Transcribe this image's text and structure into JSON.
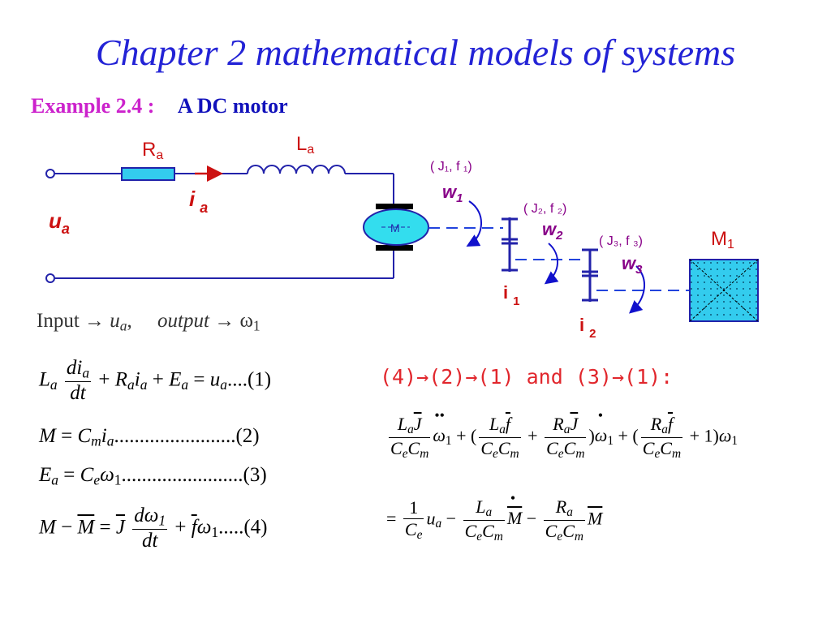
{
  "title": "Chapter 2  mathematical models of systems",
  "example": {
    "label": "Example 2.4 :",
    "title": "A  DC  motor"
  },
  "circuit": {
    "ra_main": "R",
    "ra_sub": "a",
    "la_main": "L",
    "la_sub": "a",
    "ia_main": "i",
    "ia_sub": "a",
    "ua_main": "u",
    "ua_sub": "a",
    "motor": "M",
    "m1_main": "M",
    "m1_sub": "1",
    "j1f1": "( J₁, f ₁)",
    "j2f2": "( J₂, f ₂)",
    "j3f3": "( J₃, f ₃)",
    "w1_main": "w",
    "w1_sub": "1",
    "w2_main": "w",
    "w2_sub": "2",
    "w3_main": "w",
    "w3_sub": "3",
    "i1_main": "i",
    "i1_sub": "1",
    "i2_main": "i",
    "i2_sub": "2"
  },
  "io": {
    "input_word": "Input",
    "arrow": "→",
    "input_var": "u",
    "input_sub": "a",
    "output_word": "output",
    "output_var": "ω",
    "output_sub": "1"
  },
  "equations": {
    "eq1_tag": "....(1)",
    "eq2_tag": "........................(2)",
    "eq3_tag": "........................(3)",
    "eq4_tag": ".....(4)"
  },
  "sequence": "(4)→(2)→(1) and (3)→(1):",
  "colors": {
    "title": "#2323d6",
    "example_label": "#cc22cc",
    "circuit_red": "#cc1111",
    "annotation": "#880088",
    "arrow_blue": "#1111cc",
    "sequence": "#e1262c",
    "motor_fill": "#33ddee",
    "load_fill": "#33ccee"
  }
}
